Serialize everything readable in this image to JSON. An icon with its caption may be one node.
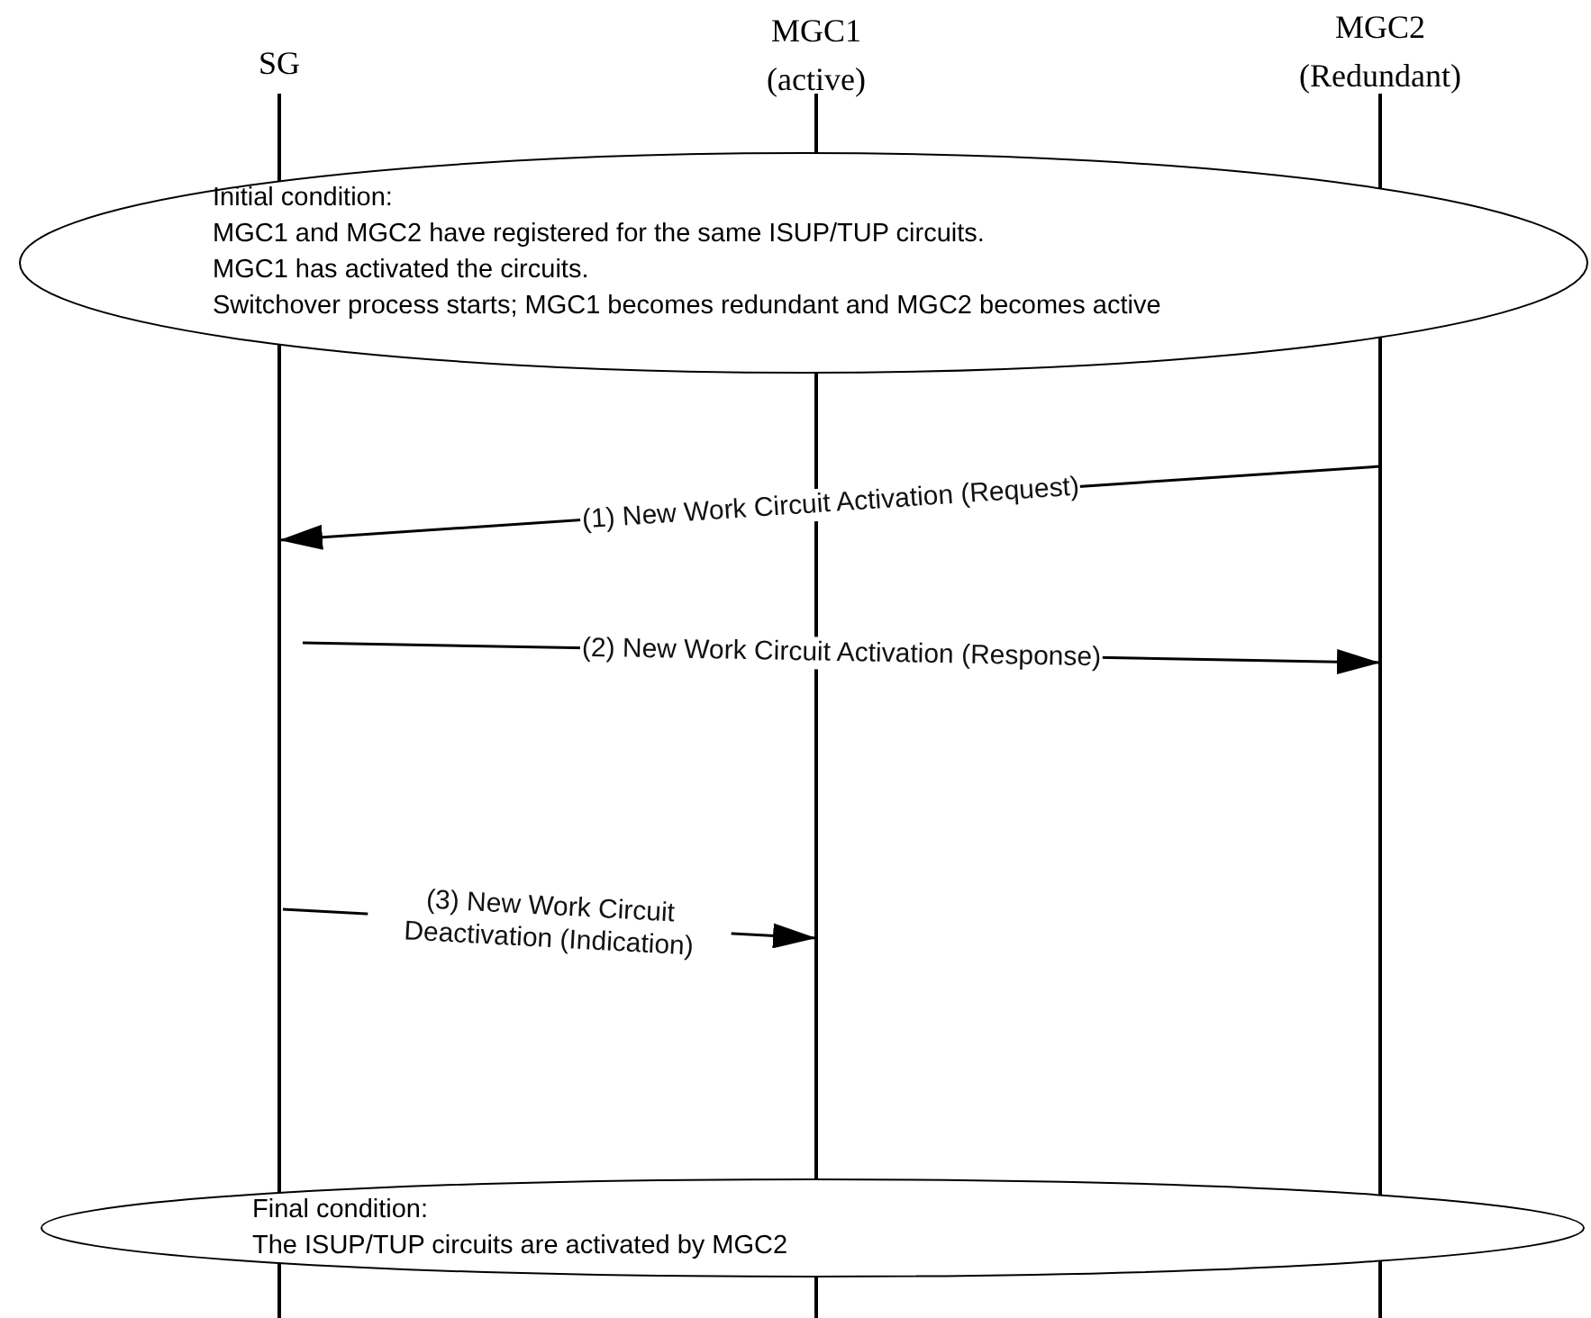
{
  "diagram": {
    "nodes": [
      {
        "text": [],
        "shape": "bar",
        "beside": [
          "SG"
        ]
      },
      {
        "text": [],
        "shape": "bar",
        "beside": [
          "MGC1 (active)"
        ]
      },
      {
        "text": [],
        "shape": "bar",
        "beside": [
          "MGC2 (Redundant)"
        ]
      },
      {
        "text": [
          "Initial condition:",
          "MGC1 and MGC2 have registered for the same ISUP/TUP circuits.",
          "MGC1 has activated the circuits.",
          "Switchover process starts; MGC1 becomes redundant and MGC2 becomes active"
        ]
      },
      {
        "text": [
          "Final condition:",
          "The ISUP/TUP circuits are activated by MGC2"
        ]
      }
    ],
    "edges": [
      {
        "from": 2,
        "to": 0,
        "arrow": "to",
        "label": "(1) New Work Circuit Activation (Request)"
      },
      {
        "from": 0,
        "to": 2,
        "arrow": "to",
        "label": "(2) New Work Circuit Activation (Response)"
      },
      {
        "from": 0,
        "to": 1,
        "arrow": "to",
        "label": "(3) New Work Circuit Deactivation (Indication)"
      }
    ]
  }
}
